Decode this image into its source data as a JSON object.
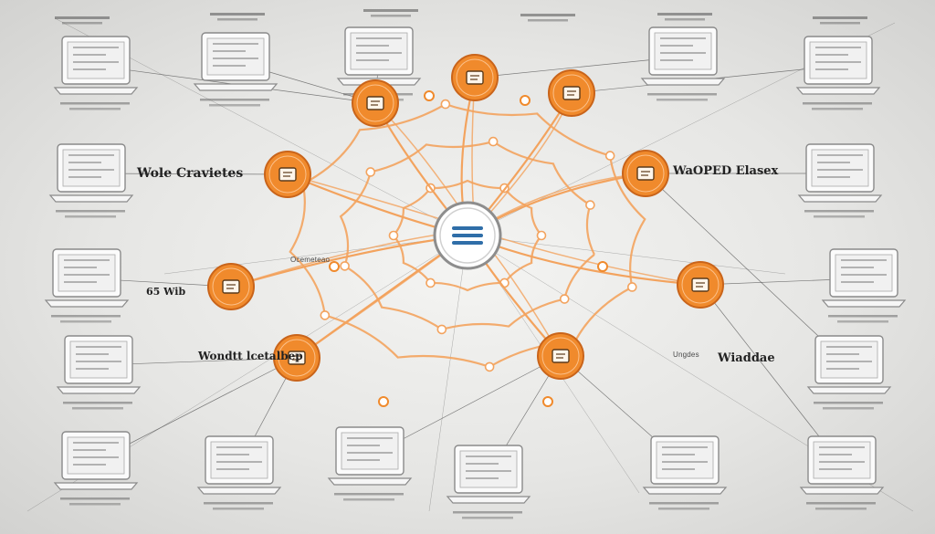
{
  "colors": {
    "accent": "#f08a2c",
    "accent_dark": "#c9641a",
    "line": "#555555",
    "web": "#f3a35e",
    "device_frame": "#8a8a8a",
    "device_fill": "#fbfbfb",
    "hub_blue": "#2f6ea8",
    "background": "#e9e9e7"
  },
  "labels": {
    "left_upper": "Wole Cravietes",
    "left_middle": "65 Wib",
    "left_lower": "Wondtt lcetalbep",
    "right_upper": "WaOPED Elasex",
    "right_lower": "Wiaddae",
    "right_small": "Ungdes",
    "center_small": "Ocemeteao"
  },
  "hub": {
    "icon": "hamburger-menu-icon"
  },
  "nodes": [
    {
      "name": "document-icon"
    },
    {
      "name": "chat-bubble-icon"
    },
    {
      "name": "window-icon"
    },
    {
      "name": "monitor-icon"
    },
    {
      "name": "tablet-icon"
    },
    {
      "name": "globe-icon"
    },
    {
      "name": "note-icon"
    },
    {
      "name": "phone-icon"
    }
  ],
  "devices": [
    {
      "name": "laptop-top-left"
    },
    {
      "name": "laptop-top-2"
    },
    {
      "name": "laptop-top-3"
    },
    {
      "name": "laptop-top-right-2"
    },
    {
      "name": "laptop-top-right"
    },
    {
      "name": "laptop-left-1"
    },
    {
      "name": "laptop-left-2"
    },
    {
      "name": "laptop-left-3"
    },
    {
      "name": "laptop-bottom-left"
    },
    {
      "name": "laptop-bottom-2"
    },
    {
      "name": "laptop-bottom-3"
    },
    {
      "name": "laptop-bottom-center"
    },
    {
      "name": "laptop-bottom-right-2"
    },
    {
      "name": "laptop-bottom-right"
    },
    {
      "name": "laptop-right-1"
    },
    {
      "name": "laptop-right-2"
    },
    {
      "name": "laptop-right-3"
    }
  ]
}
